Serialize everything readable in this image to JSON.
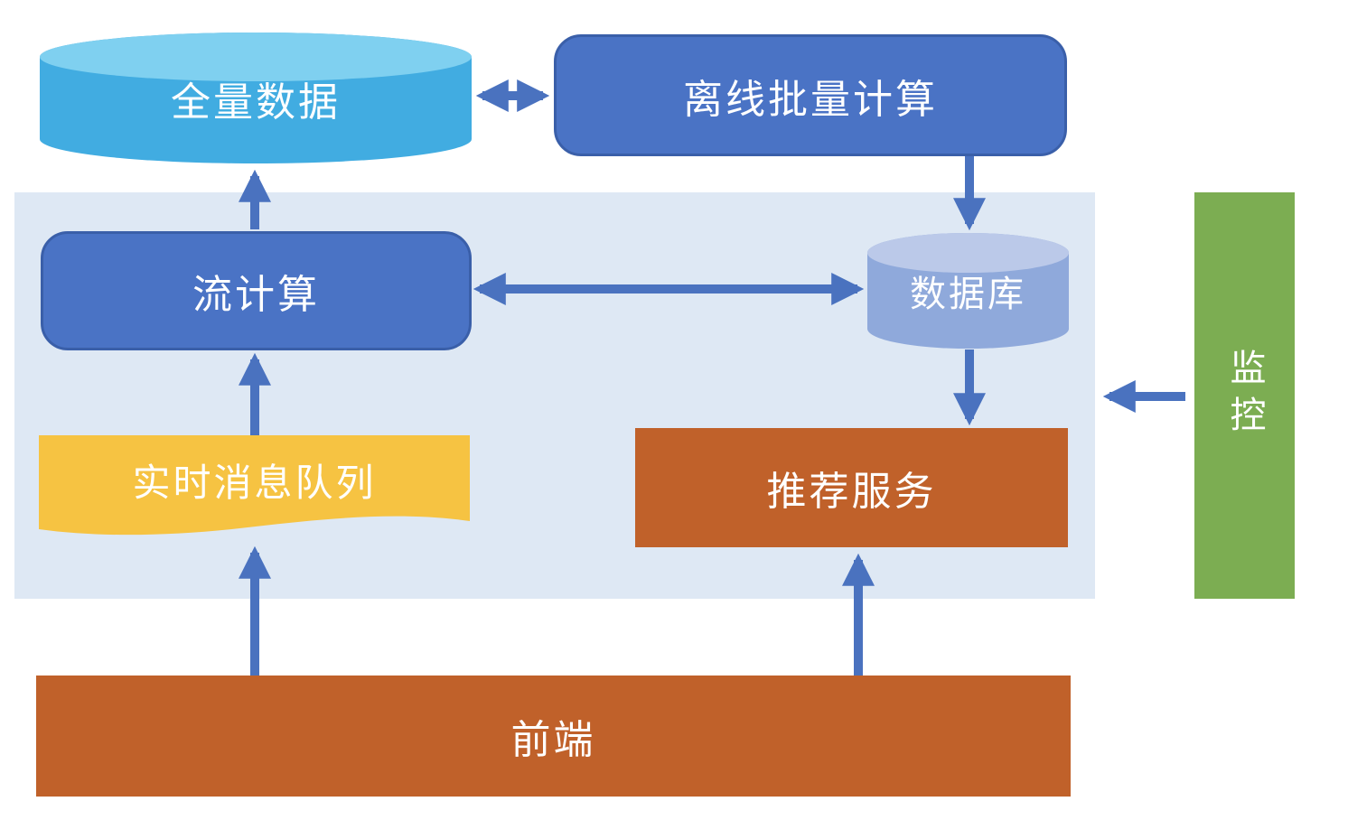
{
  "diagram": {
    "nodes": {
      "full_data": {
        "label": "全量数据",
        "shape": "cylinder"
      },
      "offline_batch": {
        "label": "离线批量计算",
        "shape": "rounded-box"
      },
      "stream_compute": {
        "label": "流计算",
        "shape": "rounded-box"
      },
      "database": {
        "label": "数据库",
        "shape": "cylinder"
      },
      "realtime_queue": {
        "label": "实时消息队列",
        "shape": "wave"
      },
      "recommend_service": {
        "label": "推荐服务",
        "shape": "box"
      },
      "frontend": {
        "label": "前端",
        "shape": "box"
      },
      "monitor": {
        "label": "监控",
        "shape": "vertical-bar"
      }
    },
    "edges": [
      {
        "from": "full_data",
        "to": "offline_batch",
        "direction": "bidirectional"
      },
      {
        "from": "stream_compute",
        "to": "full_data",
        "direction": "up"
      },
      {
        "from": "offline_batch",
        "to": "database",
        "direction": "down"
      },
      {
        "from": "stream_compute",
        "to": "database",
        "direction": "bidirectional"
      },
      {
        "from": "database",
        "to": "recommend_service",
        "direction": "down"
      },
      {
        "from": "realtime_queue",
        "to": "stream_compute",
        "direction": "up"
      },
      {
        "from": "frontend",
        "to": "realtime_queue",
        "direction": "up"
      },
      {
        "from": "frontend",
        "to": "recommend_service",
        "direction": "up"
      },
      {
        "from": "monitor",
        "to": "realtime_panel",
        "direction": "left"
      }
    ],
    "colors": {
      "panel_background": "#dee8f4",
      "blue_box": "#4a73c5",
      "blue_box_border": "#3a5fa9",
      "sky_cylinder": "#41ace1",
      "sky_cylinder_top": "#7fd0f0",
      "periwinkle_cylinder": "#8fa9db",
      "periwinkle_cylinder_top": "#bbc9e9",
      "wave_yellow": "#f6c342",
      "orange_box": "#c0612a",
      "green_bar": "#7cad52",
      "arrow": "#4a72bf",
      "label_text": "#ffffff"
    }
  }
}
